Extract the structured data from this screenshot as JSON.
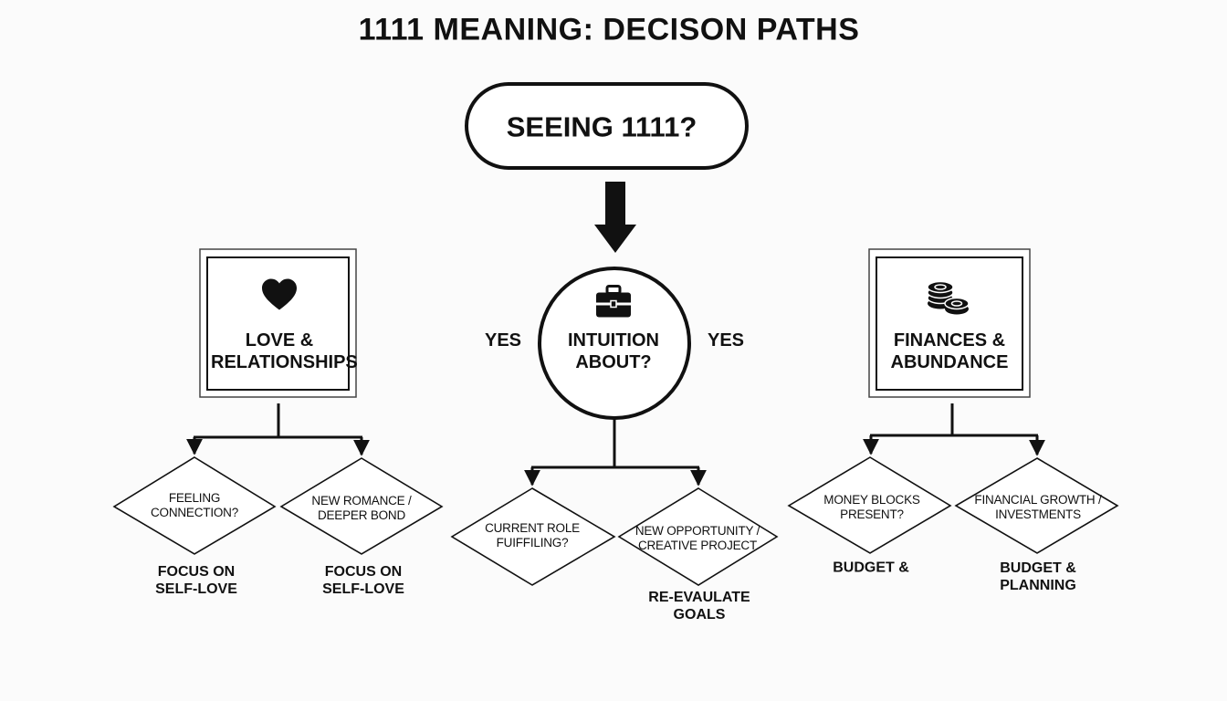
{
  "title": "1111 MEANING: DECISON PATHS",
  "start": {
    "label": "SEEING 1111?"
  },
  "center": {
    "label": "INTUITION ABOUT?",
    "icon": "briefcase-icon",
    "yes_left": "YES",
    "yes_right": "YES",
    "decisions": [
      {
        "question": "CURRENT ROLE FUIFFILING?"
      },
      {
        "question": "NEW OPPORTUNITY / CREATIVE PROJECT",
        "outcome": "RE-EVAULATE GOALS"
      }
    ]
  },
  "love": {
    "label": "LOVE & RELATIONSHIPS",
    "icon": "heart-icon",
    "decisions": [
      {
        "question": "FEELING CONNECTION?",
        "outcome": "FOCUS ON SELF-LOVE"
      },
      {
        "question": "NEW ROMANCE / DEEPER BOND",
        "outcome": "FOCUS ON SELF-LOVE"
      }
    ]
  },
  "finance": {
    "label": "FINANCES & ABUNDANCE",
    "icon": "coins-icon",
    "decisions": [
      {
        "question": "MONEY BLOCKS PRESENT?",
        "outcome": "BUDGET &"
      },
      {
        "question": "FINANCIAL GROWTH / INVESTMENTS",
        "outcome": "BUDGET & PLANNING"
      }
    ]
  }
}
